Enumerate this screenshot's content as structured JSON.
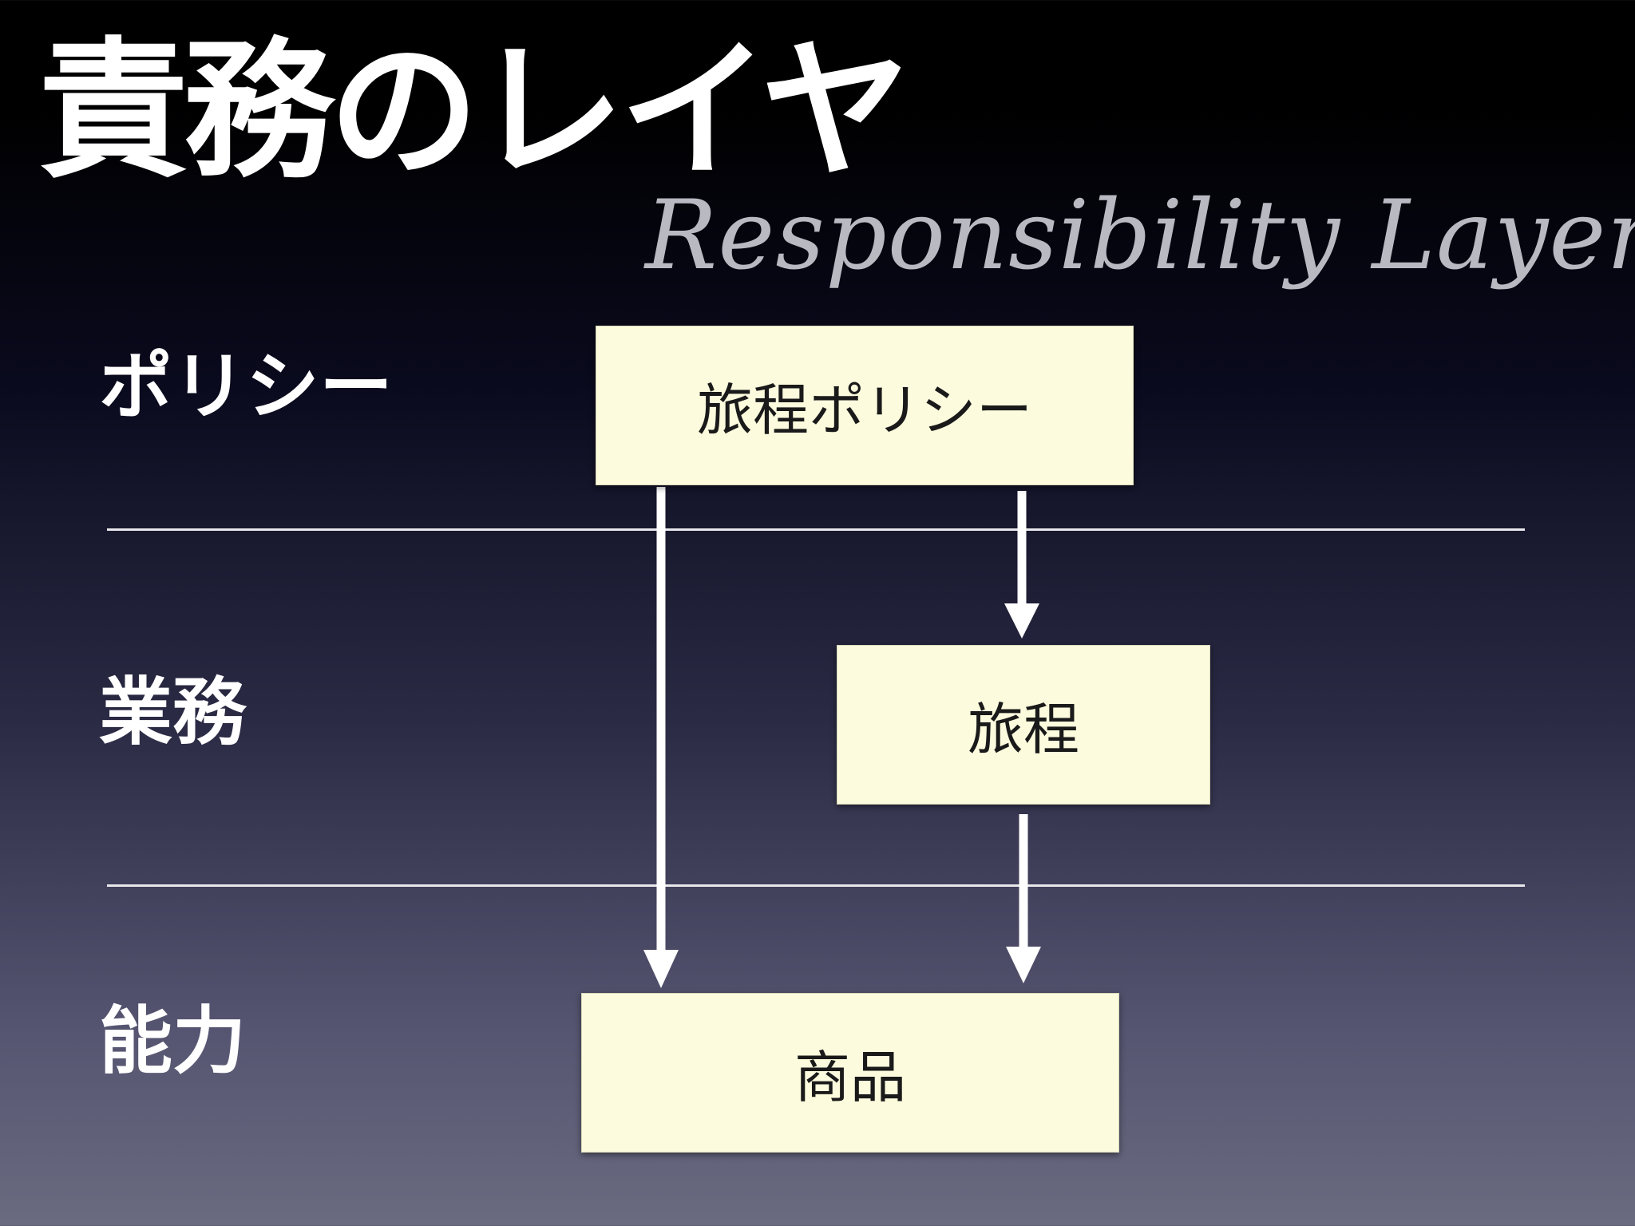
{
  "slide": {
    "title": "責務のレイヤ",
    "subtitle": "Responsibility Layers"
  },
  "layers": [
    {
      "label": "ポリシー"
    },
    {
      "label": "業務"
    },
    {
      "label": "能力"
    }
  ],
  "boxes": {
    "policy": "旅程ポリシー",
    "operation": "旅程",
    "capability": "商品"
  },
  "colors": {
    "box_fill": "#fcfbdd",
    "arrow": "#ffffff",
    "divider": "#e8e8ec"
  }
}
